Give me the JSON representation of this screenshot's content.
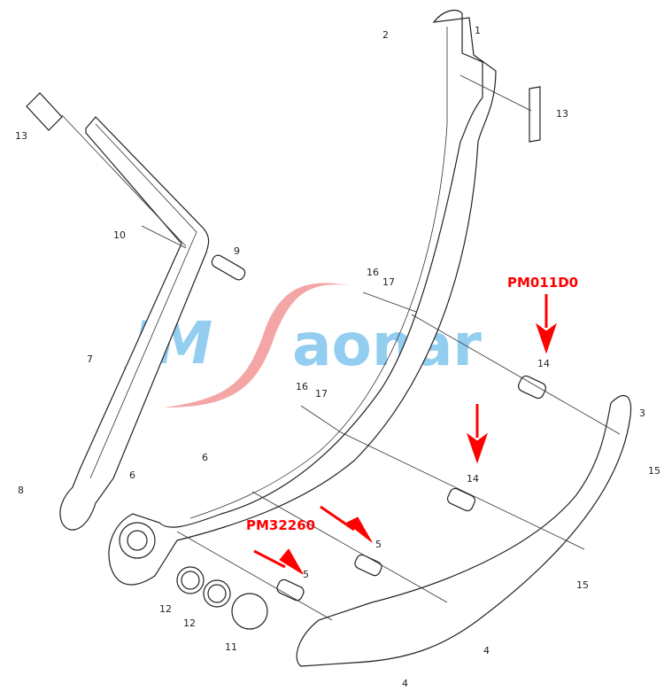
{
  "diagram": {
    "watermark": "JMSaonar",
    "callouts": [
      "1",
      "2",
      "13",
      "13",
      "10",
      "9",
      "16",
      "17",
      "16",
      "17",
      "7",
      "14",
      "3",
      "15",
      "14",
      "6",
      "6",
      "8",
      "5",
      "5",
      "15",
      "12",
      "12",
      "11",
      "4",
      "4"
    ],
    "part_numbers": {
      "spacer_14": "PM011D0",
      "spacer_5": "PM32260"
    },
    "colors": {
      "annotation": "#ff0000",
      "watermark_blue": "#5ab4ea",
      "watermark_swoosh": "#f08080"
    }
  }
}
